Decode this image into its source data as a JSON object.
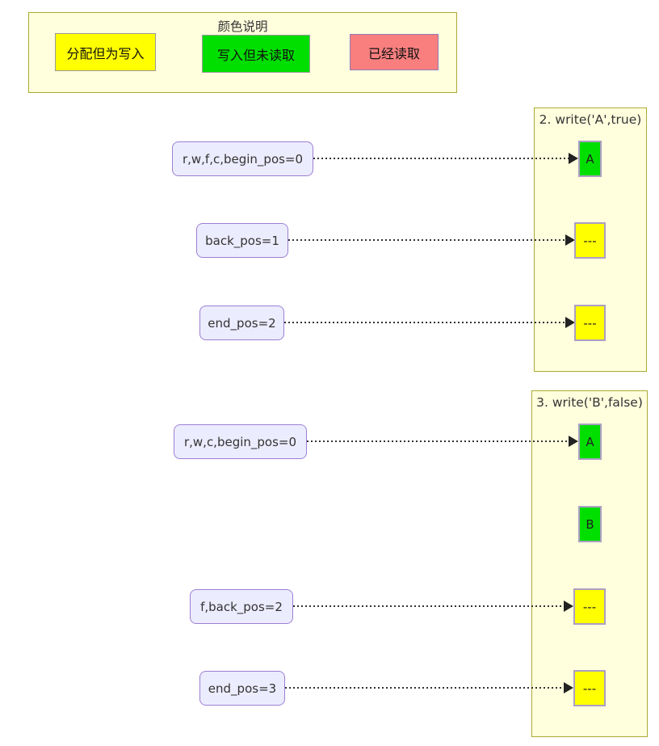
{
  "colors": {
    "allocated_fill": "#ffff00",
    "written_fill": "#00df00",
    "read_fill": "#f97f7f",
    "panel_fill": "#ffffde",
    "panel_border": "#aaaa33",
    "label_fill": "#ececff",
    "label_border": "#9c7fd4",
    "arrow": "#333333"
  },
  "legend": {
    "title": "颜色说明",
    "items": [
      {
        "label": "分配但为写入",
        "state": "allocated"
      },
      {
        "label": "写入但未读取",
        "state": "written"
      },
      {
        "label": "已经读取",
        "state": "read"
      }
    ]
  },
  "sections": [
    {
      "title": "2. write('A',true)",
      "labels": [
        {
          "text": "r,w,f,c,begin_pos=0",
          "target_cell": 0
        },
        {
          "text": "back_pos=1",
          "target_cell": 1
        },
        {
          "text": "end_pos=2",
          "target_cell": 2
        }
      ],
      "cells": [
        {
          "text": "A",
          "state": "written"
        },
        {
          "text": "---",
          "state": "allocated"
        },
        {
          "text": "---",
          "state": "allocated"
        }
      ]
    },
    {
      "title": "3. write('B',false)",
      "labels": [
        {
          "text": "r,w,c,begin_pos=0",
          "target_cell": 0
        },
        {
          "text": "f,back_pos=2",
          "target_cell": 2
        },
        {
          "text": "end_pos=3",
          "target_cell": 3
        }
      ],
      "cells": [
        {
          "text": "A",
          "state": "written"
        },
        {
          "text": "B",
          "state": "written"
        },
        {
          "text": "---",
          "state": "allocated"
        },
        {
          "text": "---",
          "state": "allocated"
        }
      ]
    }
  ]
}
